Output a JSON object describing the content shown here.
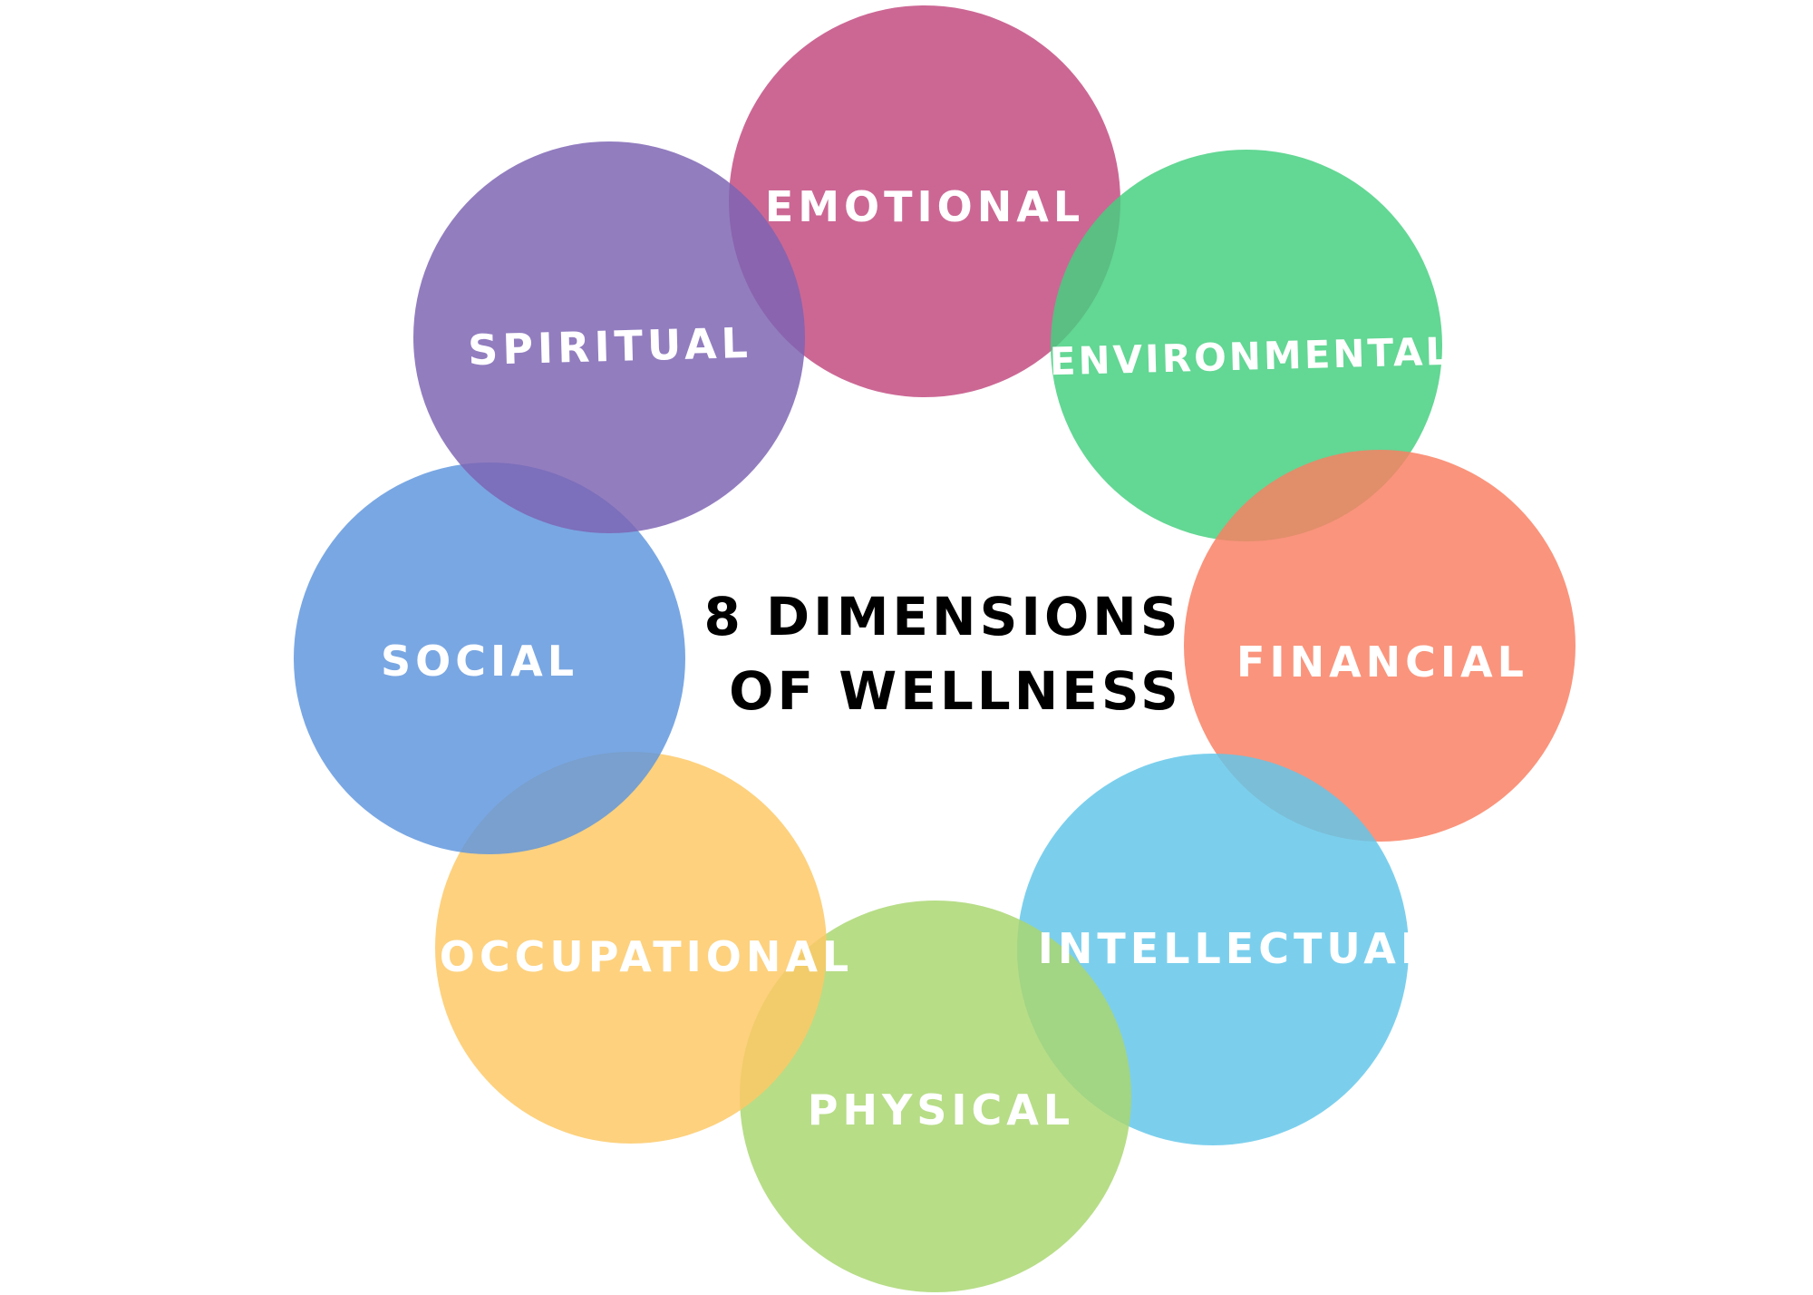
{
  "title": {
    "line1": "8 DIMENSIONS",
    "line2": "OF WELLNESS"
  },
  "dimensions": [
    {
      "label": "EMOTIONAL",
      "color": "#c24a7f"
    },
    {
      "label": "ENVIRONMENTAL",
      "color": "#45cf80"
    },
    {
      "label": "FINANCIAL",
      "color": "#f97f63"
    },
    {
      "label": "INTELLECTUAL",
      "color": "#62c6e9"
    },
    {
      "label": "PHYSICAL",
      "color": "#a9d670"
    },
    {
      "label": "OCCUPATIONAL",
      "color": "#fdc865"
    },
    {
      "label": "SOCIAL",
      "color": "#5f96de"
    },
    {
      "label": "SPIRITUAL",
      "color": "#7d64b3"
    }
  ]
}
